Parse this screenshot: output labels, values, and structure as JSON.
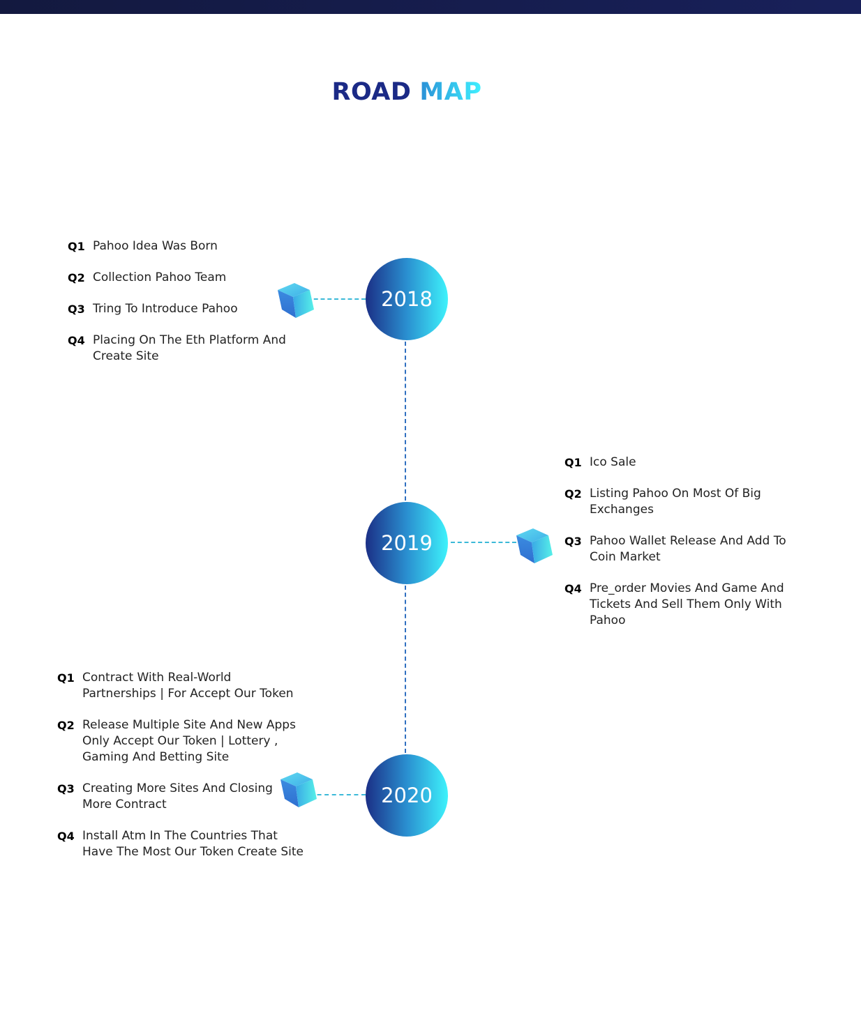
{
  "header": {
    "title_part1": "ROAD",
    "title_part2": "MAP"
  },
  "colors": {
    "topbar": "#13193f",
    "title_dark": "#1b2a86",
    "title_light": "#3ff0ff",
    "circle_start": "#1b2f86",
    "circle_end": "#3ef2fb",
    "connector": "#3bb9d8"
  },
  "milestones": [
    {
      "year": "2018",
      "items": [
        {
          "q": "Q1",
          "text": "Pahoo Idea Was Born"
        },
        {
          "q": "Q2",
          "text": "Collection Pahoo Team"
        },
        {
          "q": "Q3",
          "text": "Tring To Introduce Pahoo"
        },
        {
          "q": "Q4",
          "text": "Placing On The Eth Platform And Create Site"
        }
      ]
    },
    {
      "year": "2019",
      "items": [
        {
          "q": "Q1",
          "text": "Ico Sale"
        },
        {
          "q": "Q2",
          "text": "Listing Pahoo On Most Of Big Exchanges"
        },
        {
          "q": "Q3",
          "text": "Pahoo Wallet Release And Add To Coin Market"
        },
        {
          "q": "Q4",
          "text": "Pre_order Movies And Game And Tickets And Sell Them Only With Pahoo"
        }
      ]
    },
    {
      "year": "2020",
      "items": [
        {
          "q": "Q1",
          "text": "Contract With Real-World Partnerships | For Accept Our Token"
        },
        {
          "q": "Q2",
          "text": "Release Multiple Site And New Apps Only Accept Our Token | Lottery , Gaming And Betting Site"
        },
        {
          "q": "Q3",
          "text": "Creating More Sites And Closing More Contract"
        },
        {
          "q": "Q4",
          "text": "Install Atm In The Countries That Have The Most Our Token Create Site"
        }
      ]
    }
  ]
}
